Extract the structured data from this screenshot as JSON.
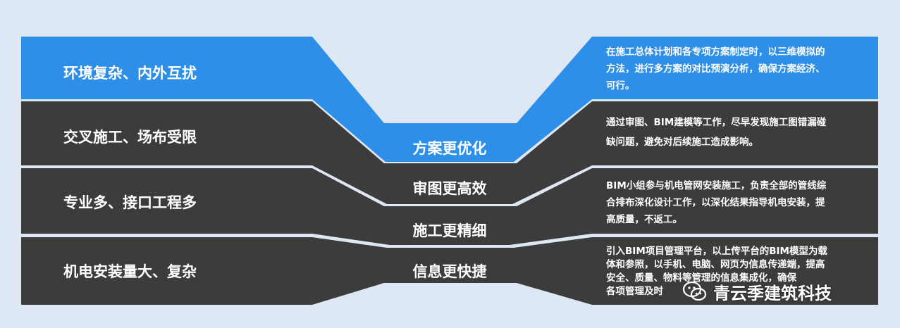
{
  "colors": {
    "background": "#dde8f4",
    "highlight": "#2e8fe8",
    "dark": "#3c3c3c",
    "separator": "#e6eef6",
    "text": "#ffffff"
  },
  "challenges": [
    "环境复杂、内外互扰",
    "交叉施工、场布受限",
    "专业多、接口工程多",
    "机电安装量大、复杂"
  ],
  "benefits": [
    "方案更优化",
    "审图更高效",
    "施工更精细",
    "信息更快捷"
  ],
  "descriptions": [
    [
      "在施工总体计划和各专项方案制定时，以三维模拟的",
      "方法，进行多方案的对比预演分析，确保方案经济、",
      "可行。"
    ],
    [
      "通过审图、BIM建模等工作，尽早发现施工图错漏碰",
      "缺问题，避免对后续施工造成影响。"
    ],
    [
      "BIM小组参与机电管网安装施工，负责全部的管线综",
      "合排布深化设计工作，以深化结果指导机电安装，提",
      "高质量，不返工。"
    ],
    [
      "引入BIM项目管理平台，以上传平台的BIM模型为载",
      "体和参照，以手机、电脑、网页为信息传递端，提高",
      "安全、质量、物料等管理的信息集成化，确保",
      "各项管理及时"
    ]
  ],
  "watermark": {
    "icon": "wechat-icon",
    "text": "青云季建筑科技"
  }
}
